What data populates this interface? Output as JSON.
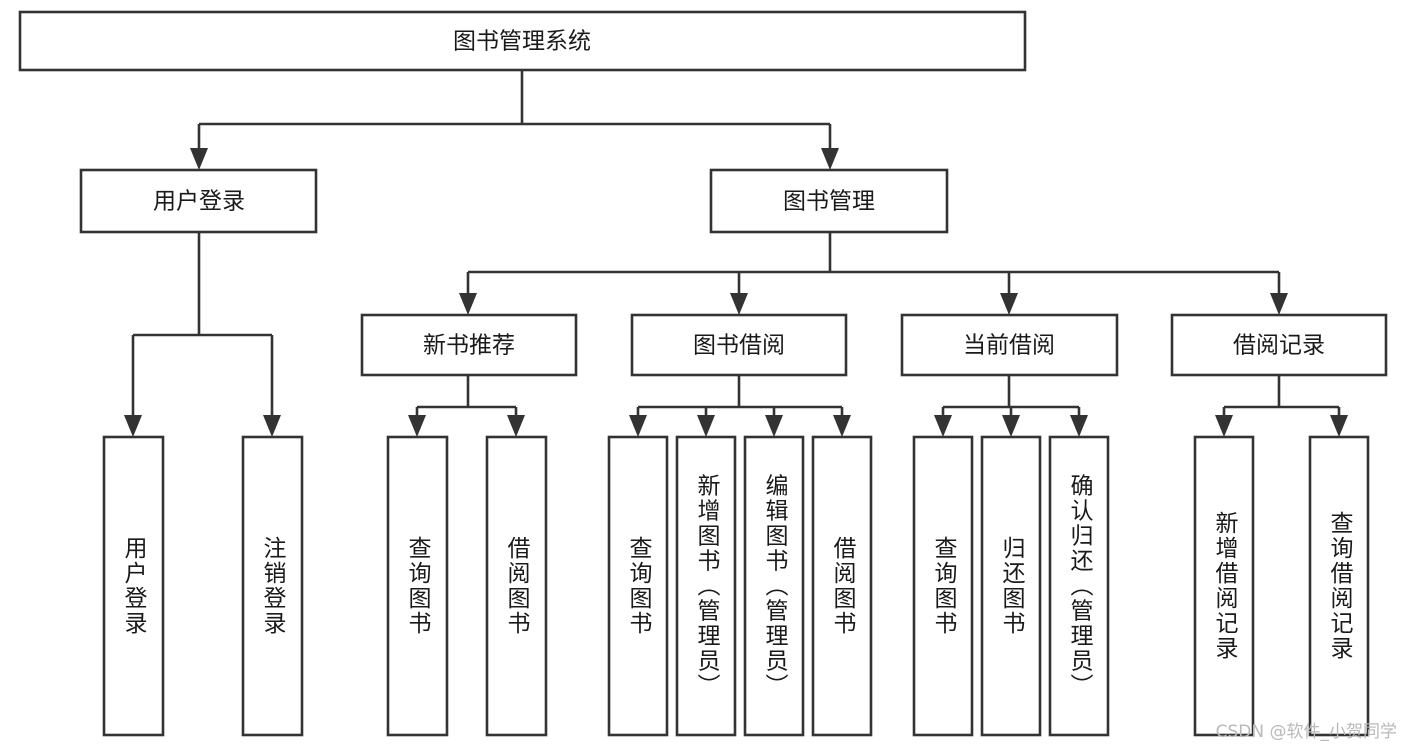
{
  "diagram": {
    "title": "图书管理系统",
    "type": "tree-hierarchy-diagram",
    "colors": {
      "stroke": "#333333",
      "fill": "#ffffff",
      "text": "#1a1a1a",
      "watermark": "#b9b9b9"
    },
    "root": {
      "label": "图书管理系统"
    },
    "level2": [
      {
        "label": "用户登录"
      },
      {
        "label": "图书管理"
      }
    ],
    "level3": [
      {
        "label": "新书推荐"
      },
      {
        "label": "图书借阅"
      },
      {
        "label": "当前借阅"
      },
      {
        "label": "借阅记录"
      }
    ],
    "leaves": {
      "user_login": [
        {
          "label": "用户登录"
        },
        {
          "label": "注销登录"
        }
      ],
      "new_book_recommend": [
        {
          "label": "查询图书"
        },
        {
          "label": "借阅图书"
        }
      ],
      "book_borrow": [
        {
          "label": "查询图书"
        },
        {
          "label": "新增图书（管理员）"
        },
        {
          "label": "编辑图书（管理员）"
        },
        {
          "label": "借阅图书"
        }
      ],
      "current_borrow": [
        {
          "label": "查询图书"
        },
        {
          "label": "归还图书"
        },
        {
          "label": "确认归还（管理员）"
        }
      ],
      "borrow_record": [
        {
          "label": "新增借阅记录"
        },
        {
          "label": "查询借阅记录"
        }
      ]
    }
  },
  "watermark": {
    "text": "CSDN @软件_小贺同学"
  }
}
